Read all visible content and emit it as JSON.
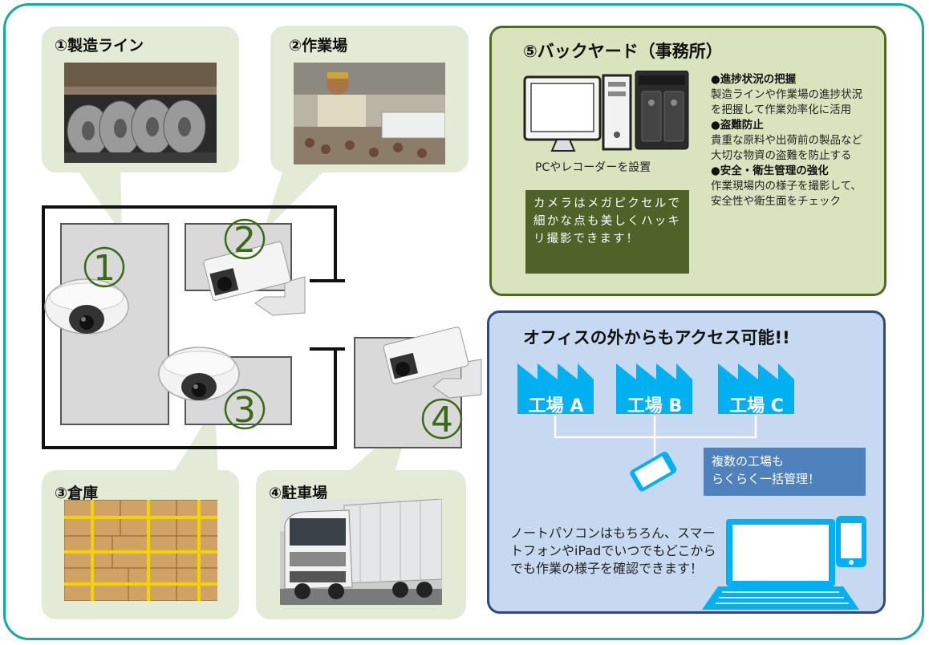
{
  "areas": [
    {
      "id": "1",
      "title": "①製造ライン",
      "zone_number": "1"
    },
    {
      "id": "2",
      "title": "②作業場",
      "zone_number": "2"
    },
    {
      "id": "3",
      "title": "③倉庫",
      "zone_number": "3"
    },
    {
      "id": "4",
      "title": "④駐車場",
      "zone_number": "4"
    }
  ],
  "backyard": {
    "title": "⑤バックヤード（事務所）",
    "pc_caption": "PCやレコーダーを設置",
    "megapixel_note": "カメラはメガピクセルで細かな点も美しくハッキリ撮影できます！",
    "features": [
      {
        "head": "●進捗状況の把握",
        "body": "製造ラインや作業場の進捗状況を把握して作業効率化に活用"
      },
      {
        "head": "●盗難防止",
        "body": "貴重な原料や出荷前の製品など大切な物資の盗難を防止する"
      },
      {
        "head": "●安全・衛生管理の強化",
        "body": "作業現場内の様子を撮影して、安全性や衛生面をチェック"
      }
    ]
  },
  "remote": {
    "title": "オフィスの外からもアクセス可能!!",
    "factories": [
      "工場 A",
      "工場 B",
      "工場 C"
    ],
    "multi_note_line1": "複数の工場も",
    "multi_note_line2": "らくらく一括管理！",
    "access_note": "ノートパソコンはもちろん、スマートフォンやiPadでいつでもどこからでも作業の様子を確認できます！"
  },
  "colors": {
    "frame": "#17a8a0",
    "callout": "#e3ead6",
    "zone_number": "#3b6a17",
    "backyard_panel": "#d9e4bf",
    "backyard_border": "#4e6b22",
    "remote_panel": "#c6d9f0",
    "remote_border": "#2e4a7a",
    "factory_icon": "#00b0f0"
  }
}
